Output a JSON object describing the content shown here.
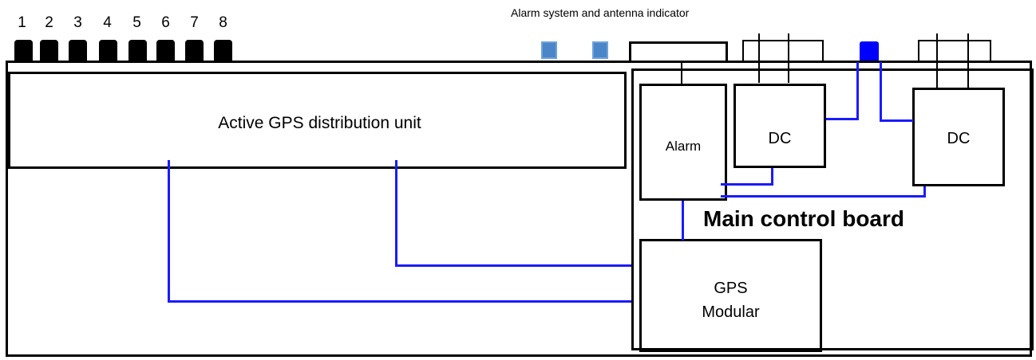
{
  "ports": [
    "1",
    "2",
    "3",
    "4",
    "5",
    "6",
    "7",
    "8"
  ],
  "indicator_caption": "Alarm system and antenna indicator",
  "gps_distribution": {
    "label": "Active GPS distribution unit"
  },
  "main_control": {
    "label": "Main control board",
    "alarm": "Alarm",
    "dc_left": "DC",
    "dc_right": "DC",
    "gps_module_line1": "GPS",
    "gps_module_line2": "Modular"
  },
  "colors": {
    "wire": "#1a1aff",
    "led": "#4a86c8",
    "led_active": "#0000ff",
    "outline": "#000000"
  }
}
